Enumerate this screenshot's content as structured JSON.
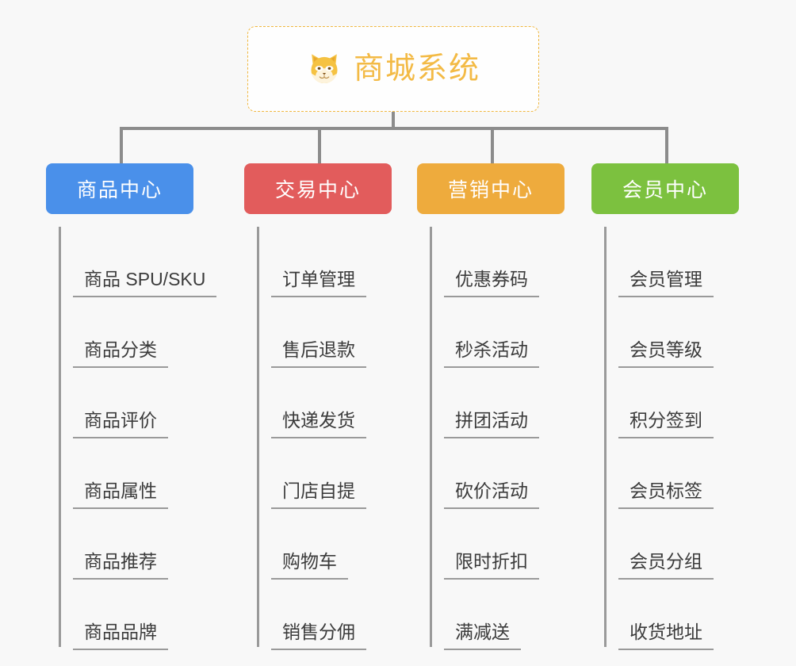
{
  "background_color": "#f8f8f8",
  "root": {
    "title": "商城系统",
    "icon": "shiba-inu-face-icon",
    "border_color": "#f0b73f",
    "text_color": "#f3ba45"
  },
  "connector_color": "#8c8c8c",
  "categories": [
    {
      "label": "商品中心",
      "color": "#4a90ea",
      "items": [
        "商品 SPU/SKU",
        "商品分类",
        "商品评价",
        "商品属性",
        "商品推荐",
        "商品品牌"
      ]
    },
    {
      "label": "交易中心",
      "color": "#e25c5c",
      "items": [
        "订单管理",
        "售后退款",
        "快递发货",
        "门店自提",
        "购物车",
        "销售分佣"
      ]
    },
    {
      "label": "营销中心",
      "color": "#eeab3d",
      "items": [
        "优惠券码",
        "秒杀活动",
        "拼团活动",
        "砍价活动",
        "限时折扣",
        "满减送"
      ]
    },
    {
      "label": "会员中心",
      "color": "#7cc councils"
    }
  ]
}
